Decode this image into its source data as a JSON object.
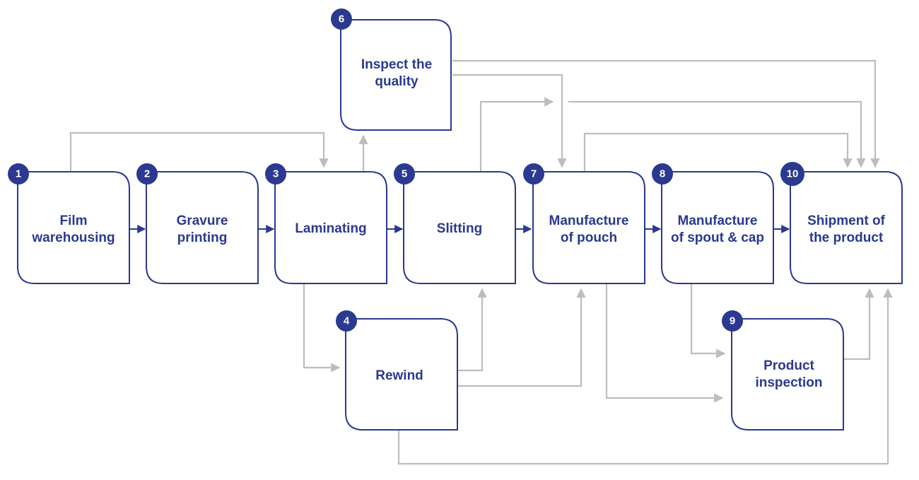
{
  "colors": {
    "accent": "#2b3990",
    "connector": "#bdbdbd",
    "background": "#ffffff"
  },
  "nodes": [
    {
      "id": "film-warehousing",
      "step": "1",
      "lines": [
        "Film",
        "warehousing"
      ]
    },
    {
      "id": "gravure-printing",
      "step": "2",
      "lines": [
        "Gravure",
        "printing"
      ]
    },
    {
      "id": "laminating",
      "step": "3",
      "lines": [
        "Laminating"
      ]
    },
    {
      "id": "rewind",
      "step": "4",
      "lines": [
        "Rewind"
      ]
    },
    {
      "id": "slitting",
      "step": "5",
      "lines": [
        "Slitting"
      ]
    },
    {
      "id": "inspect-quality",
      "step": "6",
      "lines": [
        "Inspect the",
        "quality"
      ]
    },
    {
      "id": "manufacture-pouch",
      "step": "7",
      "lines": [
        "Manufacture",
        "of pouch"
      ]
    },
    {
      "id": "manufacture-spout-cap",
      "step": "8",
      "lines": [
        "Manufacture",
        "of spout & cap"
      ]
    },
    {
      "id": "product-inspection",
      "step": "9",
      "lines": [
        "Product",
        "inspection"
      ]
    },
    {
      "id": "shipment-product",
      "step": "10",
      "lines": [
        "Shipment of",
        "the product"
      ]
    }
  ],
  "edges": [
    {
      "from": "1",
      "to": "2",
      "kind": "main"
    },
    {
      "from": "2",
      "to": "3",
      "kind": "main"
    },
    {
      "from": "3",
      "to": "5",
      "kind": "main"
    },
    {
      "from": "5",
      "to": "7",
      "kind": "main"
    },
    {
      "from": "7",
      "to": "8",
      "kind": "main"
    },
    {
      "from": "8",
      "to": "10",
      "kind": "main"
    },
    {
      "from": "1",
      "to": "3",
      "kind": "alt"
    },
    {
      "from": "3",
      "to": "6",
      "kind": "alt"
    },
    {
      "from": "3",
      "to": "4",
      "kind": "alt"
    },
    {
      "from": "4",
      "to": "5",
      "kind": "alt"
    },
    {
      "from": "4",
      "to": "7",
      "kind": "alt"
    },
    {
      "from": "4",
      "to": "10",
      "kind": "alt"
    },
    {
      "from": "5",
      "to": "10",
      "kind": "alt"
    },
    {
      "from": "6",
      "to": "7",
      "kind": "alt"
    },
    {
      "from": "6",
      "to": "10",
      "kind": "alt"
    },
    {
      "from": "7",
      "to": "10",
      "kind": "alt"
    },
    {
      "from": "7",
      "to": "9",
      "kind": "alt"
    },
    {
      "from": "8",
      "to": "9",
      "kind": "alt"
    },
    {
      "from": "9",
      "to": "10",
      "kind": "alt"
    }
  ]
}
